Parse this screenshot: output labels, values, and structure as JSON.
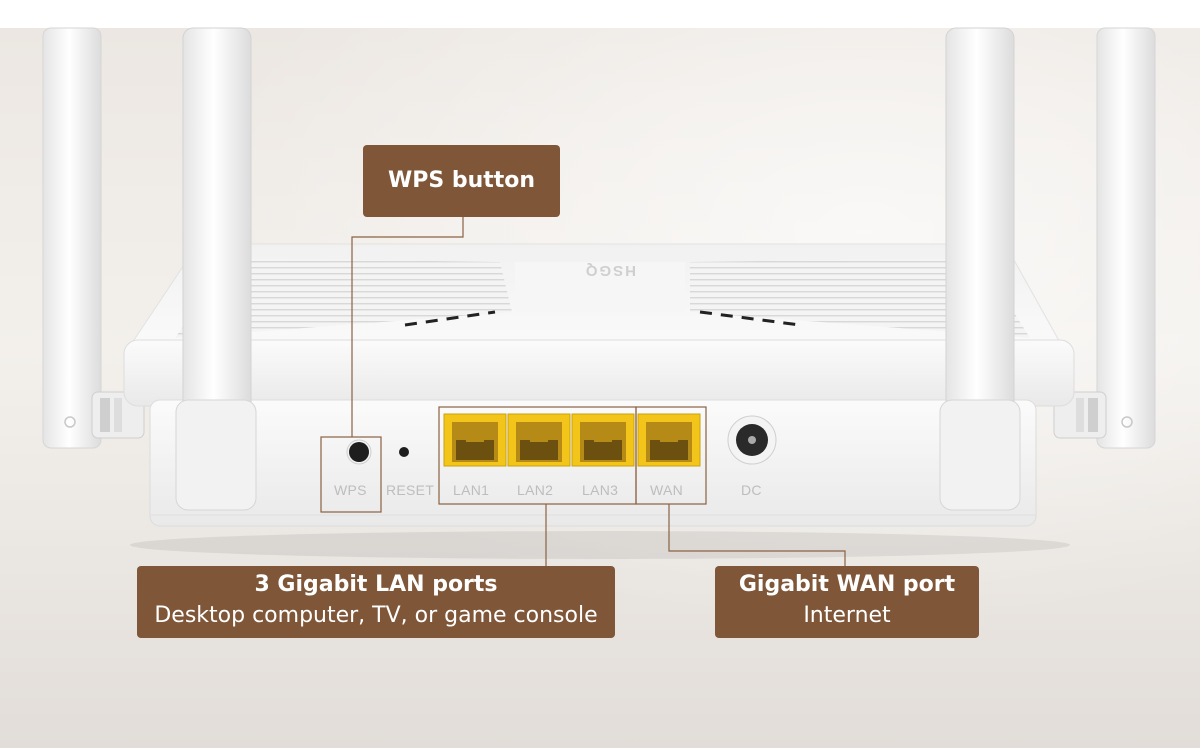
{
  "device": {
    "brand": "HSGQ",
    "ports": [
      {
        "id": "wps",
        "label": "WPS"
      },
      {
        "id": "reset",
        "label": "RESET"
      },
      {
        "id": "lan1",
        "label": "LAN1"
      },
      {
        "id": "lan2",
        "label": "LAN2"
      },
      {
        "id": "lan3",
        "label": "LAN3"
      },
      {
        "id": "wan",
        "label": "WAN"
      },
      {
        "id": "dc",
        "label": "DC"
      }
    ]
  },
  "callouts": {
    "wps": {
      "title": "WPS button"
    },
    "lan": {
      "title": "3 Gigabit LAN ports",
      "subtitle": "Desktop computer, TV, or game console"
    },
    "wan": {
      "title": "Gigabit WAN port",
      "subtitle": "Internet"
    }
  },
  "colors": {
    "callout_bg": "#7f5638",
    "leader_line": "#8a6243",
    "port_yellow": "#f3c51b",
    "router_white": "#f7f7f7"
  }
}
